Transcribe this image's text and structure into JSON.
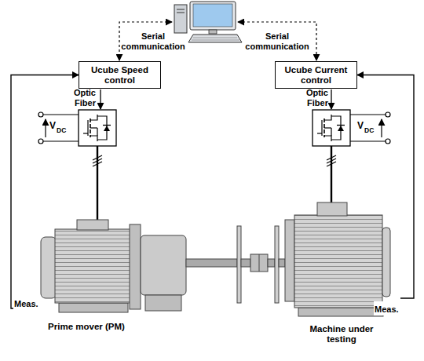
{
  "diagram": {
    "nodes": [
      {
        "text": [
          "Ucube Speed control"
        ]
      },
      {
        "text": [
          "Ucube Current control"
        ]
      },
      {
        "text": [
          "Prime mover (PM)"
        ]
      },
      {
        "text": [
          "Machine under testing"
        ]
      }
    ],
    "edges": [
      {
        "from": 2,
        "to": 0,
        "arrow": "to",
        "label": "Meas."
      },
      {
        "from": 3,
        "to": 1,
        "arrow": "to",
        "label": "Meas."
      }
    ],
    "labels": [
      "Serial communication",
      "Serial communication",
      "Optic Fiber",
      "Optic Fiber",
      "V",
      "DC",
      "V",
      "DC"
    ]
  }
}
